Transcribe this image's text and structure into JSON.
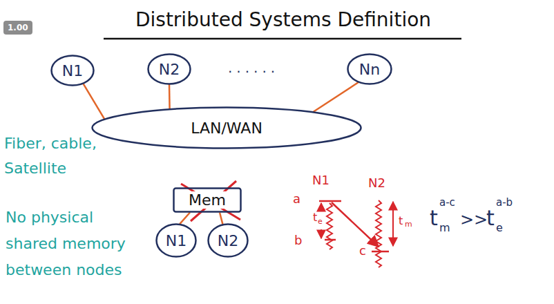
{
  "diagram": {
    "title": "Distributed Systems Definition",
    "nodes": [
      {
        "text": [
          "N1"
        ]
      },
      {
        "text": [
          "N2"
        ]
      },
      {
        "text": [
          "Nn"
        ]
      },
      {
        "text": [
          "LAN/WAN"
        ]
      },
      {
        "text": [
          "Mem"
        ]
      },
      {
        "text": [
          "N1"
        ]
      },
      {
        "text": [
          "N2"
        ]
      }
    ],
    "edges": [
      {
        "from": 0,
        "to": 3,
        "arrow": "none"
      },
      {
        "from": 1,
        "to": 3,
        "arrow": "none"
      },
      {
        "from": 2,
        "to": 3,
        "arrow": "none"
      },
      {
        "from": 4,
        "to": 5,
        "arrow": "none"
      },
      {
        "from": 4,
        "to": 6,
        "arrow": "none"
      }
    ],
    "labels": [
      "1.00",
      "......",
      "Fiber, cable, Satellite",
      "No physical shared memory between nodes",
      "N1",
      "N2",
      "a",
      "b",
      "c",
      "t",
      "e",
      "t",
      "m",
      "t",
      "a-c",
      "m",
      ">>",
      "t",
      "a-b",
      "e"
    ]
  }
}
